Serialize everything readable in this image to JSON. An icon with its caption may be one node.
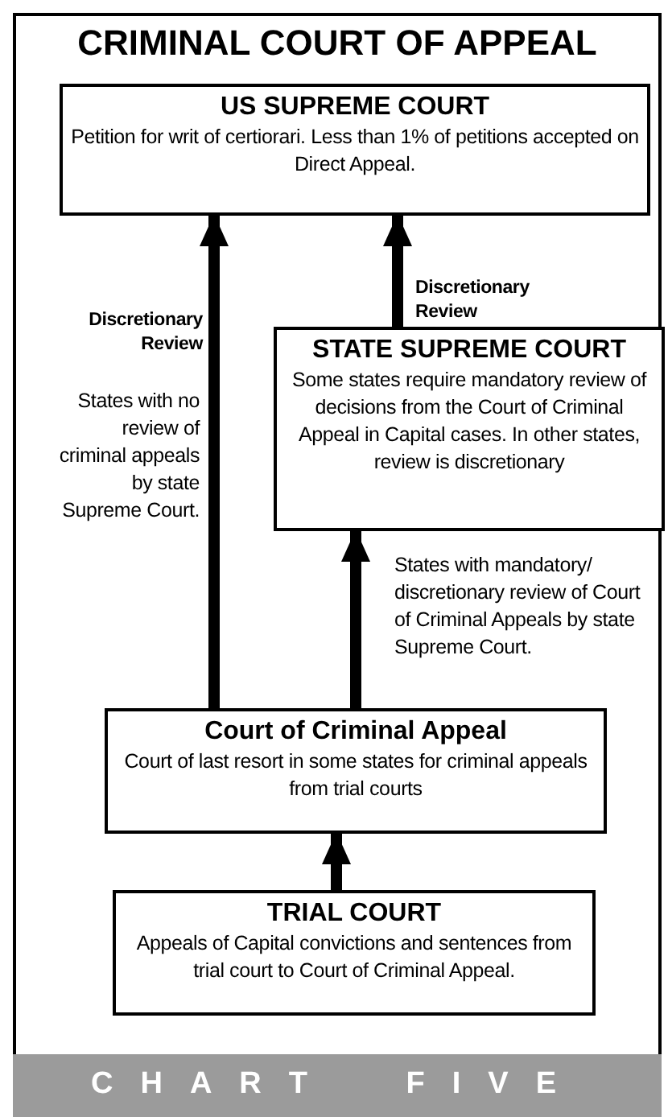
{
  "diagram": {
    "title": "CRIMINAL COURT OF APPEAL",
    "caption": "CHART FIVE",
    "nodes": [
      {
        "text": [
          "US SUPREME COURT",
          "Petition for writ of certiorari. Less than 1% of petitions accepted on Direct Appeal."
        ]
      },
      {
        "text": [
          "STATE SUPREME COURT",
          "Some states require mandatory review of decisions from the Court of Criminal Appeal in Capital cases. In other states, review is discretionary"
        ]
      },
      {
        "text": [
          "Court of Criminal Appeal",
          "Court of last resort in some states for criminal appeals from trial courts"
        ]
      },
      {
        "text": [
          "TRIAL COURT",
          "Appeals of Capital convictions and sentences from trial court to Court of Criminal Appeal."
        ]
      }
    ],
    "edges": [
      {
        "from": 2,
        "to": 0,
        "arrow": "to",
        "label": "Discretionary Review"
      },
      {
        "from": 1,
        "to": 0,
        "arrow": "to",
        "label": "Discretionary Review"
      },
      {
        "from": 2,
        "to": 1,
        "arrow": "to",
        "label": "States with mandatory/ discretionary review of Court of Criminal Appeals by state Supreme Court."
      },
      {
        "from": 3,
        "to": 2,
        "arrow": "to"
      }
    ],
    "labels": [
      "States with no review of criminal appeals by state Supreme Court."
    ]
  }
}
